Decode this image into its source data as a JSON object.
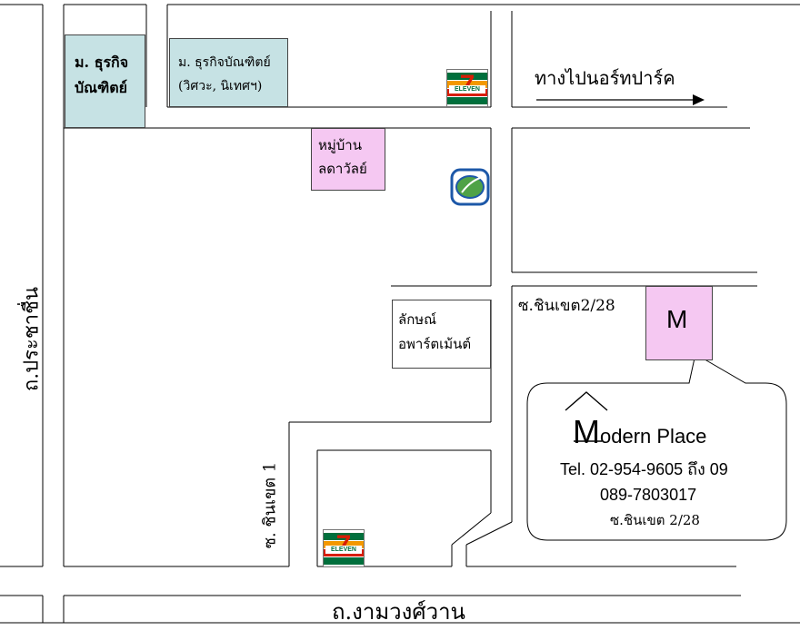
{
  "roads": {
    "north_road_label": "ทางไปนอร์ทปาร์ค",
    "prachachuen": "ถ.ประชาชื่น",
    "ngamwongwan": "ถ.งามวงศ์วาน",
    "soi_chinkhet_1": "ซ. ชินเขต 1",
    "soi_chinkhet_2_28": "ซ.ชินเขต2/28"
  },
  "landmarks": {
    "dpu_line1": "ม. ธุรกิจ",
    "dpu_line2": "บัณฑิตย์",
    "dpu_eng_line1": "ม. ธุรกิจบัณฑิตย์",
    "dpu_eng_line2": "(วิศวะ, นิเทศฯ)",
    "village_line1": "หมู่บ้าน",
    "village_line2": "ลดาวัลย์",
    "apartment_line1": "ลักษณ์",
    "apartment_line2": "อพาร์ตเม้นต์",
    "seven_eleven_number": "7",
    "seven_eleven_text": "ELEVEN"
  },
  "destination": {
    "marker_letter": "M",
    "title_initial": "M",
    "title_rest": "odern Place",
    "tel": "Tel. 02-954-9605 ถึง 09",
    "mobile": "089-7803017",
    "address": "ซ.ชินเขต 2/28"
  },
  "colors": {
    "university": "#c6e2e4",
    "pink_block": "#f5c8f2",
    "road_line": "#000000",
    "seven_green": "#006f3c",
    "seven_orange": "#f39800",
    "seven_red": "#d81e05",
    "bank_blue": "#1d58a8",
    "bank_green": "#4fa247"
  },
  "icons": {
    "arrow": "right-arrow-icon",
    "bank": "bank-logo-icon",
    "store": "seven-eleven-icon",
    "house": "house-roof-icon"
  }
}
